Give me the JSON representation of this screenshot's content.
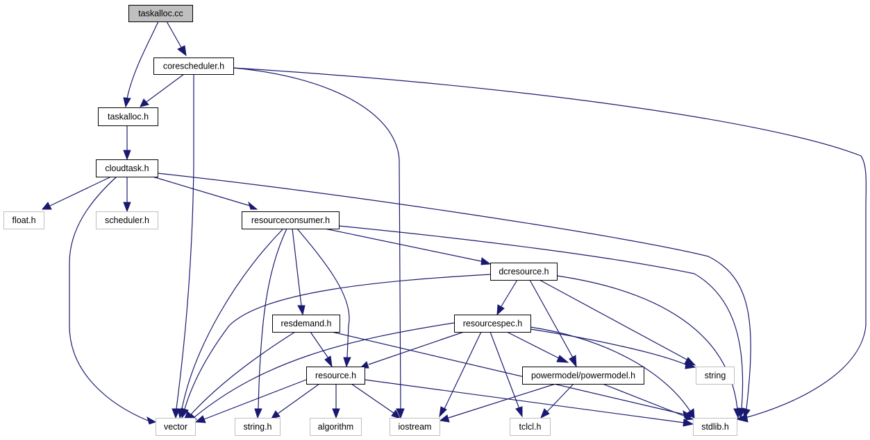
{
  "diagram": {
    "title": "taskalloc.cc include dependency graph",
    "colors": {
      "edge": "#191970",
      "main_fill": "#bfbfbf",
      "local_border": "#000000",
      "external_border": "#bfbfbf"
    },
    "nodes": [
      {
        "id": "taskalloc_cc",
        "label": "taskalloc.cc",
        "kind": "main"
      },
      {
        "id": "corescheduler_h",
        "label": "corescheduler.h",
        "kind": "local"
      },
      {
        "id": "taskalloc_h",
        "label": "taskalloc.h",
        "kind": "local"
      },
      {
        "id": "cloudtask_h",
        "label": "cloudtask.h",
        "kind": "local"
      },
      {
        "id": "float_h",
        "label": "float.h",
        "kind": "external"
      },
      {
        "id": "scheduler_h",
        "label": "scheduler.h",
        "kind": "external"
      },
      {
        "id": "resourceconsumer_h",
        "label": "resourceconsumer.h",
        "kind": "local"
      },
      {
        "id": "dcresource_h",
        "label": "dcresource.h",
        "kind": "local"
      },
      {
        "id": "resdemand_h",
        "label": "resdemand.h",
        "kind": "local"
      },
      {
        "id": "resourcespec_h",
        "label": "resourcespec.h",
        "kind": "local"
      },
      {
        "id": "resource_h",
        "label": "resource.h",
        "kind": "local"
      },
      {
        "id": "powermodel_h",
        "label": "powermodel/powermodel.h",
        "kind": "local"
      },
      {
        "id": "string",
        "label": "string",
        "kind": "external"
      },
      {
        "id": "vector",
        "label": "vector",
        "kind": "external"
      },
      {
        "id": "string_h",
        "label": "string.h",
        "kind": "external"
      },
      {
        "id": "algorithm",
        "label": "algorithm",
        "kind": "external"
      },
      {
        "id": "iostream",
        "label": "iostream",
        "kind": "external"
      },
      {
        "id": "tclcl_h",
        "label": "tclcl.h",
        "kind": "external"
      },
      {
        "id": "stdlib_h",
        "label": "stdlib.h",
        "kind": "external"
      }
    ],
    "edges": [
      {
        "from": "taskalloc_cc",
        "to": "corescheduler_h"
      },
      {
        "from": "taskalloc_cc",
        "to": "taskalloc_h"
      },
      {
        "from": "corescheduler_h",
        "to": "taskalloc_h"
      },
      {
        "from": "corescheduler_h",
        "to": "vector"
      },
      {
        "from": "corescheduler_h",
        "to": "iostream"
      },
      {
        "from": "corescheduler_h",
        "to": "stdlib_h"
      },
      {
        "from": "taskalloc_h",
        "to": "cloudtask_h"
      },
      {
        "from": "cloudtask_h",
        "to": "float_h"
      },
      {
        "from": "cloudtask_h",
        "to": "scheduler_h"
      },
      {
        "from": "cloudtask_h",
        "to": "vector"
      },
      {
        "from": "cloudtask_h",
        "to": "resourceconsumer_h"
      },
      {
        "from": "cloudtask_h",
        "to": "stdlib_h"
      },
      {
        "from": "resourceconsumer_h",
        "to": "vector"
      },
      {
        "from": "resourceconsumer_h",
        "to": "string_h"
      },
      {
        "from": "resourceconsumer_h",
        "to": "resdemand_h"
      },
      {
        "from": "resourceconsumer_h",
        "to": "resource_h"
      },
      {
        "from": "resourceconsumer_h",
        "to": "dcresource_h"
      },
      {
        "from": "resourceconsumer_h",
        "to": "stdlib_h"
      },
      {
        "from": "dcresource_h",
        "to": "vector"
      },
      {
        "from": "dcresource_h",
        "to": "resourcespec_h"
      },
      {
        "from": "dcresource_h",
        "to": "powermodel_h"
      },
      {
        "from": "dcresource_h",
        "to": "string"
      },
      {
        "from": "dcresource_h",
        "to": "stdlib_h"
      },
      {
        "from": "resdemand_h",
        "to": "vector"
      },
      {
        "from": "resdemand_h",
        "to": "resource_h"
      },
      {
        "from": "resdemand_h",
        "to": "stdlib_h"
      },
      {
        "from": "resourcespec_h",
        "to": "vector"
      },
      {
        "from": "resourcespec_h",
        "to": "resource_h"
      },
      {
        "from": "resourcespec_h",
        "to": "iostream"
      },
      {
        "from": "resourcespec_h",
        "to": "tclcl_h"
      },
      {
        "from": "resourcespec_h",
        "to": "powermodel_h"
      },
      {
        "from": "resourcespec_h",
        "to": "string"
      },
      {
        "from": "resourcespec_h",
        "to": "stdlib_h"
      },
      {
        "from": "resource_h",
        "to": "vector"
      },
      {
        "from": "resource_h",
        "to": "string_h"
      },
      {
        "from": "resource_h",
        "to": "algorithm"
      },
      {
        "from": "resource_h",
        "to": "iostream"
      },
      {
        "from": "resource_h",
        "to": "stdlib_h"
      },
      {
        "from": "powermodel_h",
        "to": "iostream"
      },
      {
        "from": "powermodel_h",
        "to": "tclcl_h"
      },
      {
        "from": "powermodel_h",
        "to": "stdlib_h"
      }
    ]
  }
}
